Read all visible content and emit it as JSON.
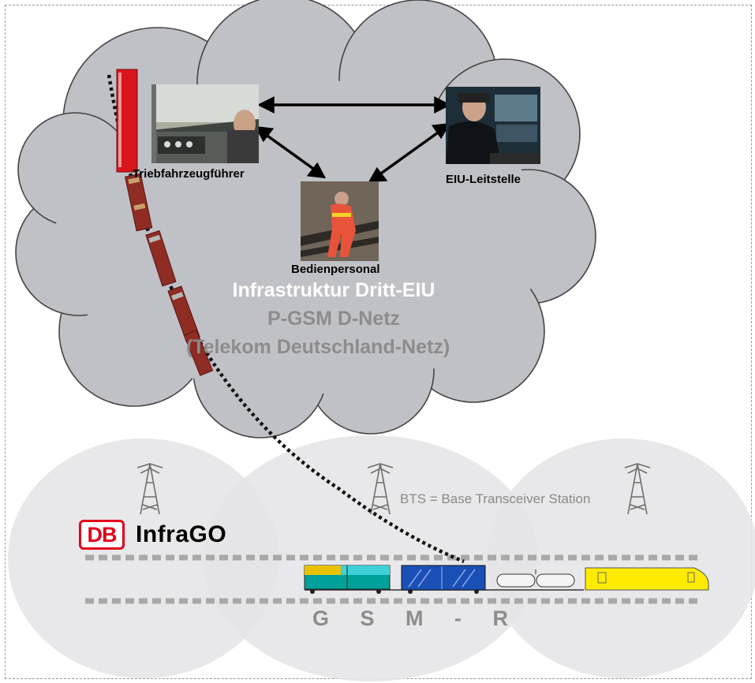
{
  "cloud": {
    "title": "Infrastruktur Dritt-EIU",
    "network": "P-GSM D-Netz",
    "provider": "(Telekom Deutschland-Netz)"
  },
  "roles": {
    "driver": "Triebfahrzeugführer",
    "control": "EIU-Leitstelle",
    "operator": "Bedienpersonal"
  },
  "bts_note": "BTS = Base Transceiver Station",
  "brand": {
    "logo": "DB",
    "name": "InfraGO"
  },
  "network_name": "G S M - R",
  "colors": {
    "cloud": "#c0c1c6",
    "cells": "#e4e4e6",
    "db_red": "#e2001a",
    "track": "#a8a8a8"
  }
}
